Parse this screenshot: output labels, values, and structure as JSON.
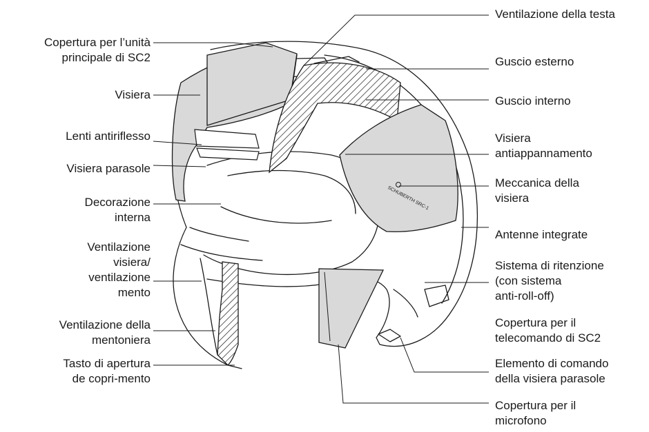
{
  "colors": {
    "line": "#1a1a1a",
    "shade": "#d9d9d9",
    "background": "#ffffff"
  },
  "visor_inscription": "SCHUBERTH SRC-1",
  "labels_left": [
    {
      "id": "main-unit-cover",
      "text": "Copertura per l’unità\nprincipale di SC2"
    },
    {
      "id": "visor",
      "text": "Visiera"
    },
    {
      "id": "anti-glare-lens",
      "text": "Lenti antiriflesso"
    },
    {
      "id": "sun-visor",
      "text": "Visiera parasole"
    },
    {
      "id": "interior-lining",
      "text": "Decorazione\ninterna"
    },
    {
      "id": "visor-chin-vent",
      "text": "Ventilazione\nvisiera/\nventilazione\nmento"
    },
    {
      "id": "chinguard-vent",
      "text": "Ventilazione della\nmentoniera"
    },
    {
      "id": "chin-cover-button",
      "text": "Tasto di apertura\nde copri-mento"
    }
  ],
  "labels_right": [
    {
      "id": "head-vent",
      "text": "Ventilazione della testa"
    },
    {
      "id": "outer-shell",
      "text": "Guscio esterno"
    },
    {
      "id": "inner-shell",
      "text": "Guscio interno"
    },
    {
      "id": "antifog-visor",
      "text": "Visiera\nantiappannamento"
    },
    {
      "id": "visor-mechanism",
      "text": "Meccanica della\nvisiera"
    },
    {
      "id": "integrated-antennas",
      "text": "Antenne integrate"
    },
    {
      "id": "retention-system",
      "text": "Sistema di ritenzione\n(con sistema\nanti-roll-off)"
    },
    {
      "id": "remote-cover",
      "text": "Copertura per il\ntelecomando di SC2"
    },
    {
      "id": "sun-visor-control",
      "text": "Elemento di comando\ndella visiera parasole"
    },
    {
      "id": "microphone-cover",
      "text": "Copertura per il\nmicrofono"
    }
  ]
}
